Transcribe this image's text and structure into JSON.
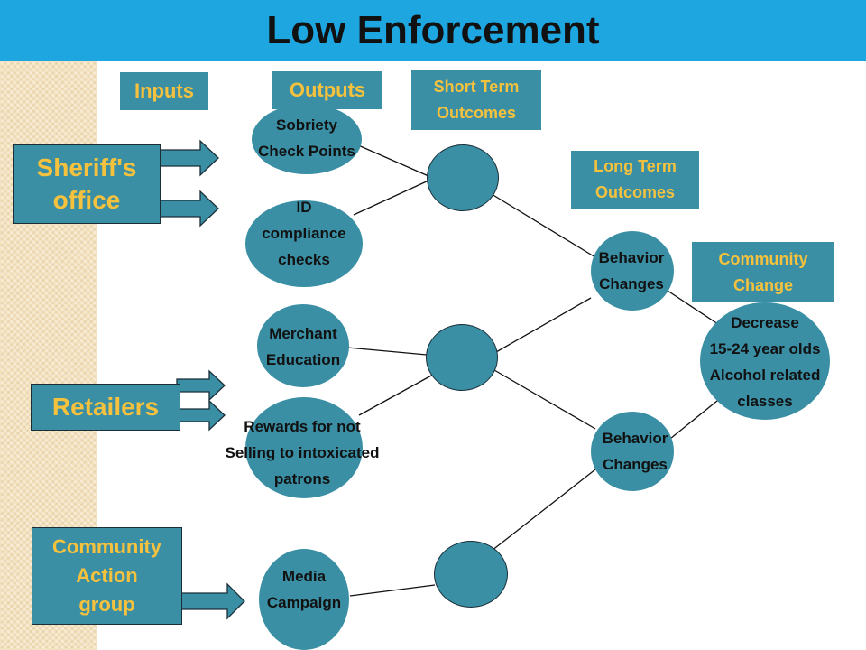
{
  "title": "Low Enforcement",
  "headers": {
    "inputs": "Inputs",
    "outputs": "Outputs",
    "short_term": "Short Term\nOutcomes",
    "long_term": "Long Term\nOutcomes",
    "community_change": "Community\nChange"
  },
  "inputs": {
    "sheriff": "Sheriff's\noffice",
    "retailers": "Retailers",
    "community_action": "Community\nAction\ngroup"
  },
  "outputs": {
    "sobriety": "Sobriety\nCheck Points",
    "id_compliance": "ID\ncompliance\nchecks",
    "merchant": "Merchant\nEducation",
    "rewards": "Rewards for not\nSelling to intoxicated\npatrons",
    "media": "Media\nCampaign"
  },
  "long_term": {
    "behavior1": "Behavior\nChanges",
    "behavior2": "Behavior\nChanges"
  },
  "community": {
    "decrease": "Decrease\n15-24 year olds\nAlcohol related\nclasses"
  },
  "colors": {
    "title_bar": "#1ea6e0",
    "node_fill": "#3a8fa5",
    "label_yellow": "#f6c23d",
    "side_stripe": "#f4e2bf"
  }
}
